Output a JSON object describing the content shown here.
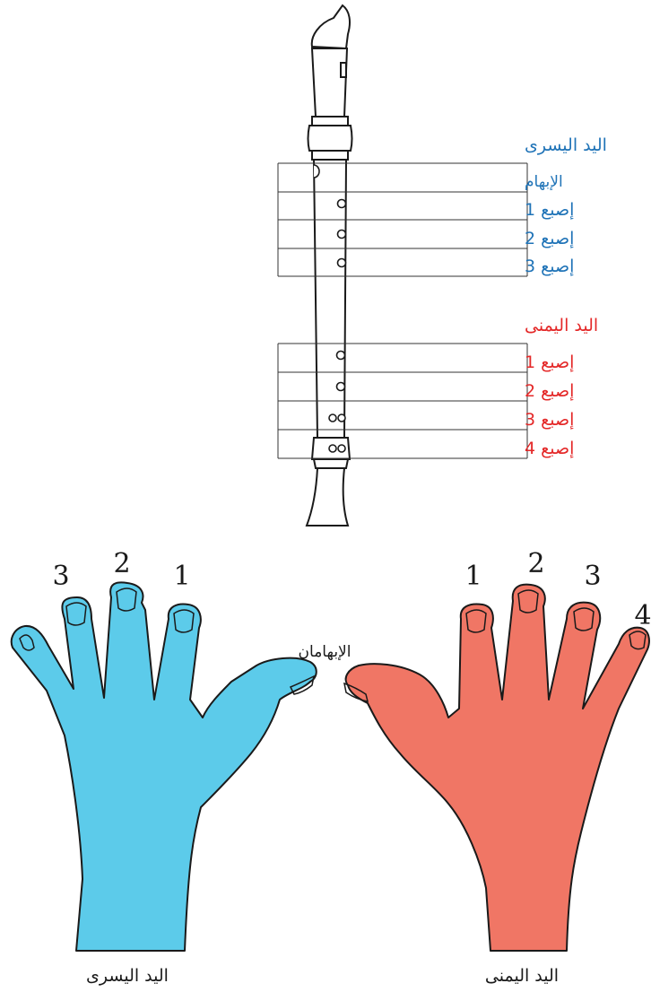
{
  "colors": {
    "left_hand": "#5ccbea",
    "right_hand": "#f07665",
    "left_text": "#1f73b7",
    "right_text": "#e42828",
    "outline": "#1a1a1a"
  },
  "recorder": {
    "left_heading": "اليد اليسرى",
    "left_rows": [
      "الإبهام",
      "إصبع 1",
      "إصبع 2",
      "إصبع 3"
    ],
    "right_heading": "اليد اليمنى",
    "right_rows": [
      "إصبع 1",
      "إصبع 2",
      "إصبع 3",
      "إصبع 4"
    ]
  },
  "hands": {
    "thumbs_label": "الإبهامان",
    "left_label": "اليد اليسرى",
    "right_label": "اليد اليمنى",
    "left_finger_numbers": [
      "3",
      "2",
      "1"
    ],
    "right_finger_numbers": [
      "1",
      "2",
      "3",
      "4"
    ]
  }
}
